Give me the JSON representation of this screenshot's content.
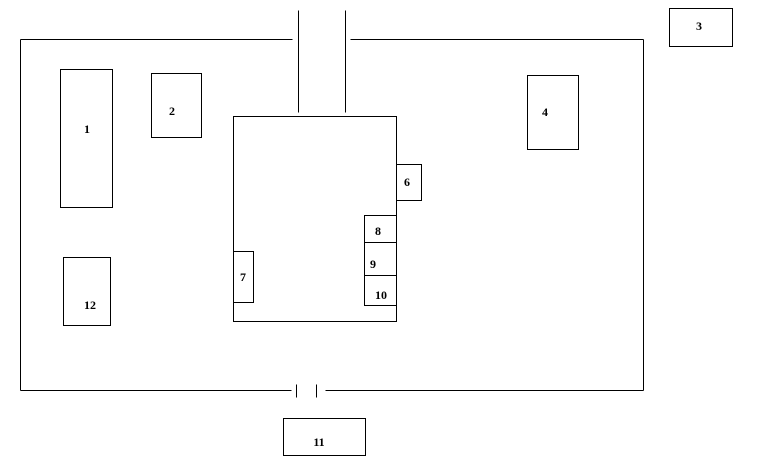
{
  "style": {
    "background": "#ffffff",
    "stroke": "#000000",
    "text_color": "#000000"
  },
  "labels": {
    "box_1": "1",
    "box_2": "2",
    "box_3": "3",
    "box_4": "4",
    "box_6": "6",
    "box_7": "7",
    "box_8": "8",
    "box_9": "9",
    "box_10": "10",
    "box_11": "11",
    "box_12": "12"
  }
}
